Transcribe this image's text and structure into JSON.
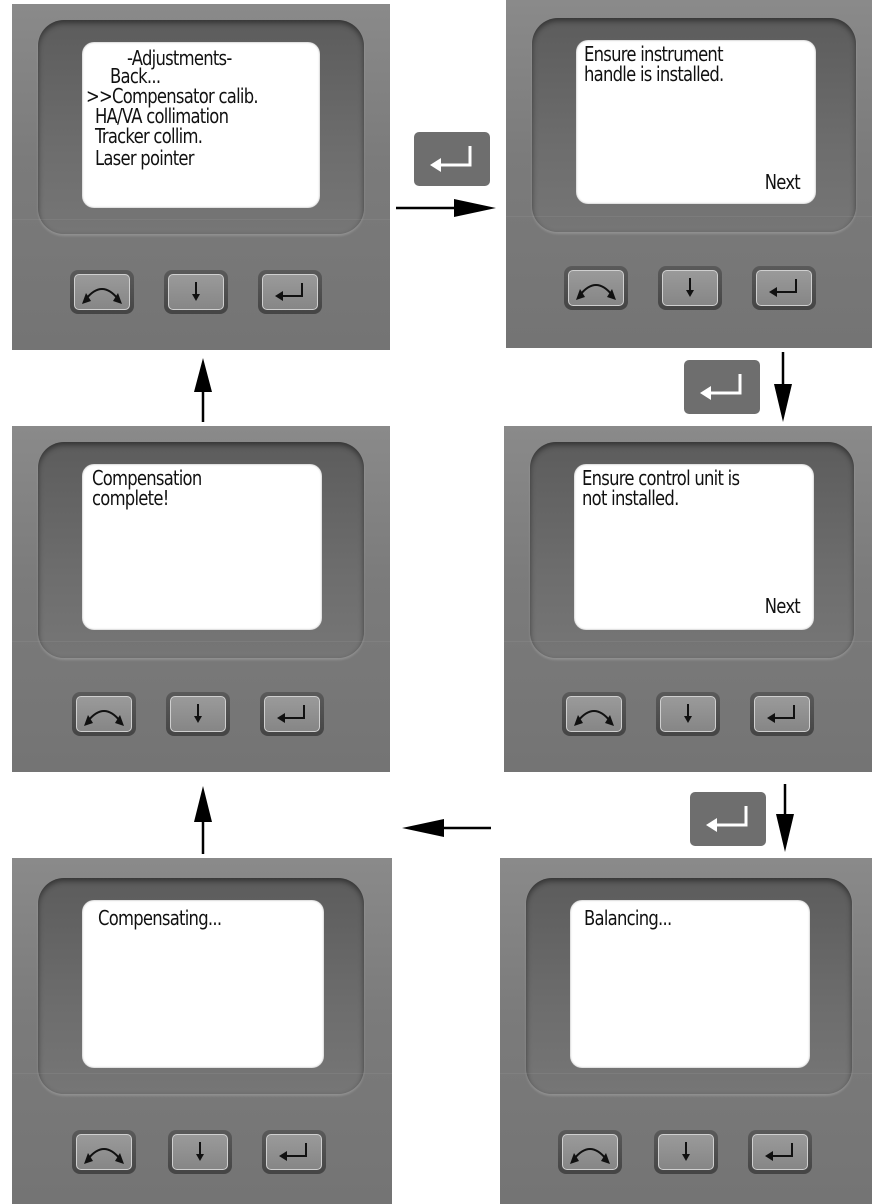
{
  "screens": [
    {
      "lines": [
        "  -Adjustments-",
        "Back...",
        ">>Compensator calib.",
        "  HA/VA collimation",
        "  Tracker collim.",
        "  Laser pointer"
      ],
      "next": ""
    },
    {
      "lines": [
        "Ensure instrument",
        "handle is installed."
      ],
      "next": "Next"
    },
    {
      "lines": [
        "Compensation",
        "complete!"
      ],
      "next": ""
    },
    {
      "lines": [
        "Ensure control unit is",
        "not installed."
      ],
      "next": "Next"
    },
    {
      "lines": [
        "Compensating..."
      ],
      "next": ""
    },
    {
      "lines": [
        "Balancing..."
      ],
      "next": ""
    }
  ],
  "keys": [
    "toggle-key",
    "down-key",
    "enter-key"
  ],
  "icons": {
    "toggle": "curved-double-arrow-icon",
    "down": "down-arrow-icon",
    "enter": "enter-return-icon"
  },
  "colors": {
    "panel": "#7b7b7b",
    "screen": "#ffffff",
    "enter_badge": "#6e6e6e",
    "arrow": "#000000"
  }
}
